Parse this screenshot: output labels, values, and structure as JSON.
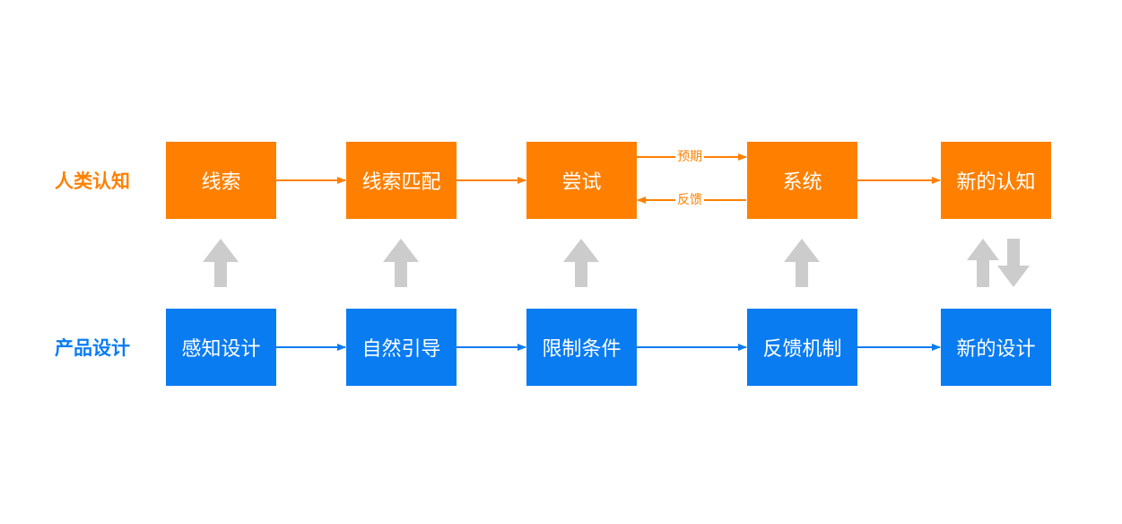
{
  "rows": {
    "top_label": "人类认知",
    "bottom_label": "产品设计"
  },
  "top_boxes": [
    "线索",
    "线索匹配",
    "尝试",
    "系统",
    "新的认知"
  ],
  "bottom_boxes": [
    "感知设计",
    "自然引导",
    "限制条件",
    "反馈机制",
    "新的设计"
  ],
  "edge_labels": {
    "expectation": "预期",
    "feedback": "反馈"
  },
  "colors": {
    "cognition": "#ff8000",
    "design": "#0a7cf2",
    "up_arrow": "#cccccc"
  }
}
